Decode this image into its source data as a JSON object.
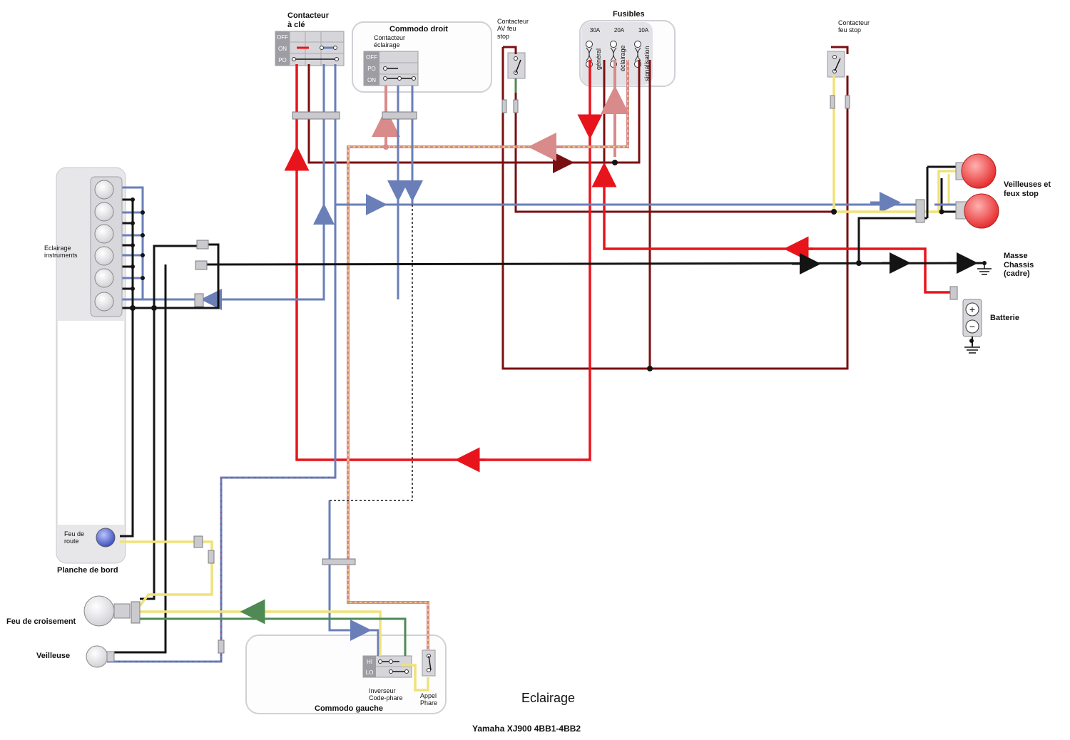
{
  "title": "Eclairage",
  "subtitle": "Yamaha XJ900 4BB1-4BB2",
  "components": {
    "contacteur_cle": "Contacteur\nà clé",
    "commodo_droit": "Commodo droit",
    "contacteur_eclairage": "Contacteur\néclairage",
    "contacteur_av_feu_stop": "Contacteur\nAV feu\nstop",
    "fusibles": "Fusibles",
    "contacteur_feu_stop": "Contacteur\nfeu stop",
    "veilleuses_feux_stop": "Veilleuses et\nfeux stop",
    "masse_chassis": "Masse\nChassis\n(cadre)",
    "batterie": "Batterie",
    "eclairage_instruments": "Eclairage\ninstruments",
    "feu_de_route": "Feu de\nroute",
    "planche_de_bord": "Planche de bord",
    "feu_de_croisement": "Feu de croisement",
    "veilleuse": "Veilleuse",
    "inverseur": "Inverseur\nCode-phare",
    "appel_phare": "Appel\nPhare",
    "commodo_gauche": "Commodo gauche"
  },
  "switch_positions": {
    "key": [
      "OFF",
      "ON",
      "PO"
    ],
    "lighting": [
      "OFF",
      "PO",
      "ON"
    ],
    "dimmer": [
      "HI",
      "LO"
    ]
  },
  "fuses": [
    {
      "rating": "30A",
      "name": "général"
    },
    {
      "rating": "20A",
      "name": "éclairage"
    },
    {
      "rating": "10A",
      "name": "signalisation"
    }
  ],
  "battery": {
    "plus": "+",
    "minus": "−"
  },
  "colors": {
    "red": "#e8141b",
    "dark_red": "#7a0f12",
    "blue": "#6a7fb8",
    "black": "#141414",
    "yellow": "#efe27a",
    "green": "#4f8a55",
    "pink": "#d98a8a",
    "bulb_red": "#ef3b3b",
    "bulb_blue": "#4e62c8",
    "bulb_white": "#f1f1f3"
  }
}
